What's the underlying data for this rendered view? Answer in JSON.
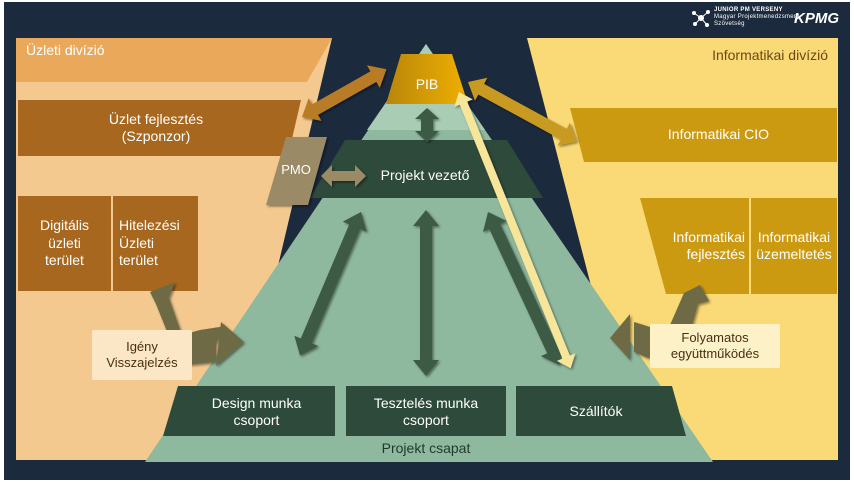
{
  "logos": {
    "junior_line1": "JUNIOR PM VERSENY",
    "junior_line2": "Magyar Projektmenedzsment",
    "junior_line3": "Szövetség",
    "kpmg": "KPMG"
  },
  "left_division": {
    "title": "Üzleti divízió",
    "sponsor": "Üzlet fejlesztés\n(Szponzor)",
    "digital_area": "Digitális\nüzleti\nterület",
    "credit_area": "Hitelezési\nÜzleti\nterület",
    "feedback": "Igény\nVisszajelzés"
  },
  "right_division": {
    "title": "Informatikai divízió",
    "cio": "Informatikai CIO",
    "it_dev": "Informatikai\nfejlesztés",
    "it_ops": "Informatikai\nüzemeltetés",
    "cooperation": "Folyamatos\negyüttműködés"
  },
  "pyramid": {
    "pib": "PIB",
    "pmo": "PMO",
    "project_manager": "Projekt vezető",
    "design_group": "Design munka\ncsoport",
    "testing_group": "Tesztelés munka\ncsoport",
    "suppliers": "Szállítók",
    "project_team": "Projekt csapat"
  },
  "colors": {
    "background": "#1c2a3d",
    "tan_light": "#f3c98f",
    "brown": "#a8671e",
    "yellow_light": "#fad977",
    "gold": "#cc9a10",
    "pyramid_green": "#8fb99f",
    "dark_green": "#2e4a3a",
    "arrow_green": "#3d5a44",
    "pib_gold": "#d9a418",
    "pmo": "#9a8a66"
  }
}
